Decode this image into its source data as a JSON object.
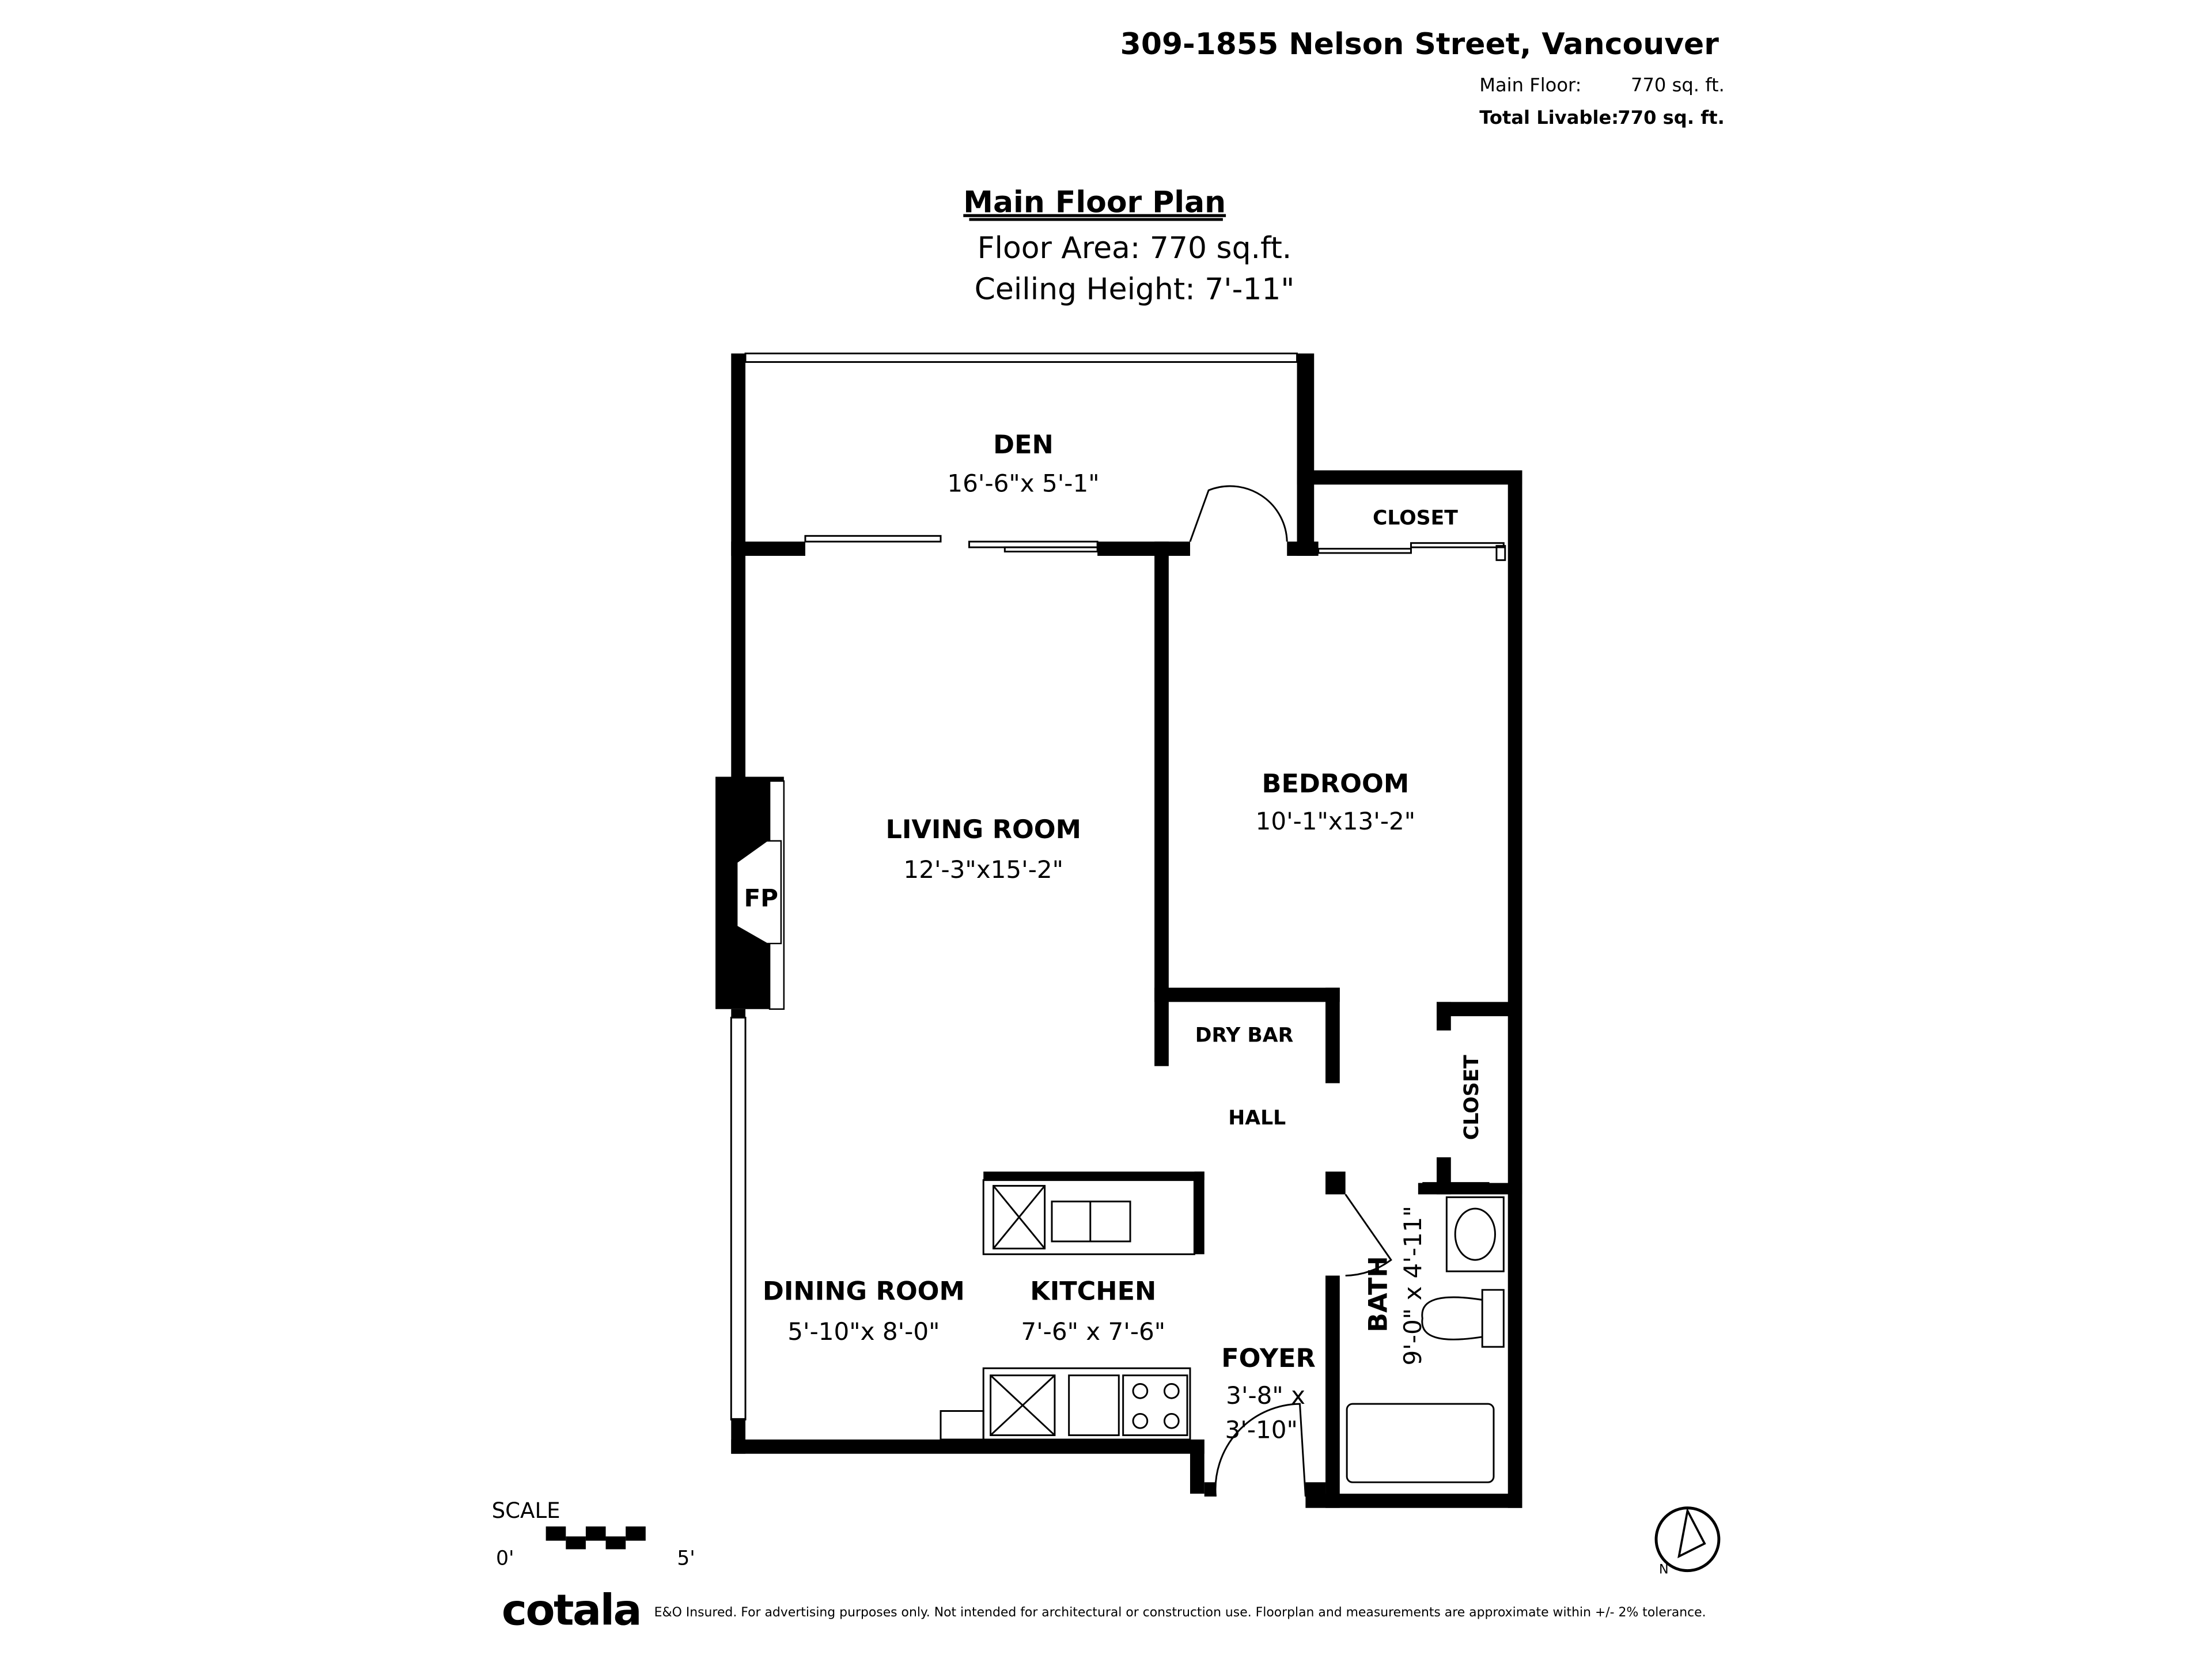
{
  "header": {
    "address": "309-1855 Nelson Street, Vancouver",
    "main_floor_label": "Main Floor:",
    "main_floor_value": "770 sq. ft.",
    "total_label": "Total Livable:",
    "total_value": "770 sq. ft."
  },
  "plan": {
    "title": "Main Floor Plan",
    "floor_area": "Floor Area: 770 sq.ft.",
    "ceiling_height": "Ceiling Height: 7'-11\""
  },
  "rooms": {
    "den": {
      "name": "DEN",
      "dims": "16'-6\"x 5'-1\""
    },
    "closet_top": {
      "name": "CLOSET"
    },
    "bedroom": {
      "name": "BEDROOM",
      "dims": "10'-1\"x13'-2\""
    },
    "living": {
      "name": "LIVING ROOM",
      "dims": "12'-3\"x15'-2\""
    },
    "fireplace": {
      "name": "FP"
    },
    "dry_bar": {
      "name": "DRY BAR"
    },
    "hall": {
      "name": "HALL"
    },
    "closet_side": {
      "name": "CLOSET"
    },
    "bath": {
      "name": "BATH",
      "dims": "9'-0\" x 4'-11\""
    },
    "dining": {
      "name": "DINING ROOM",
      "dims": "5'-10\"x 8'-0\""
    },
    "kitchen": {
      "name": "KITCHEN",
      "dims": "7'-6\" x 7'-6\""
    },
    "foyer": {
      "name": "FOYER",
      "dims_1": "3'-8\" x",
      "dims_2": "3'-10\""
    }
  },
  "scale": {
    "label": "SCALE",
    "start": "0'",
    "end": "5'"
  },
  "compass": {
    "icon": "north-arrow-icon",
    "label": "N"
  },
  "footer": {
    "logo": "cotala",
    "disclaimer": "E&O Insured. For advertising purposes only. Not intended for architectural or construction use. Floorplan and measurements are approximate within +/- 2% tolerance."
  }
}
